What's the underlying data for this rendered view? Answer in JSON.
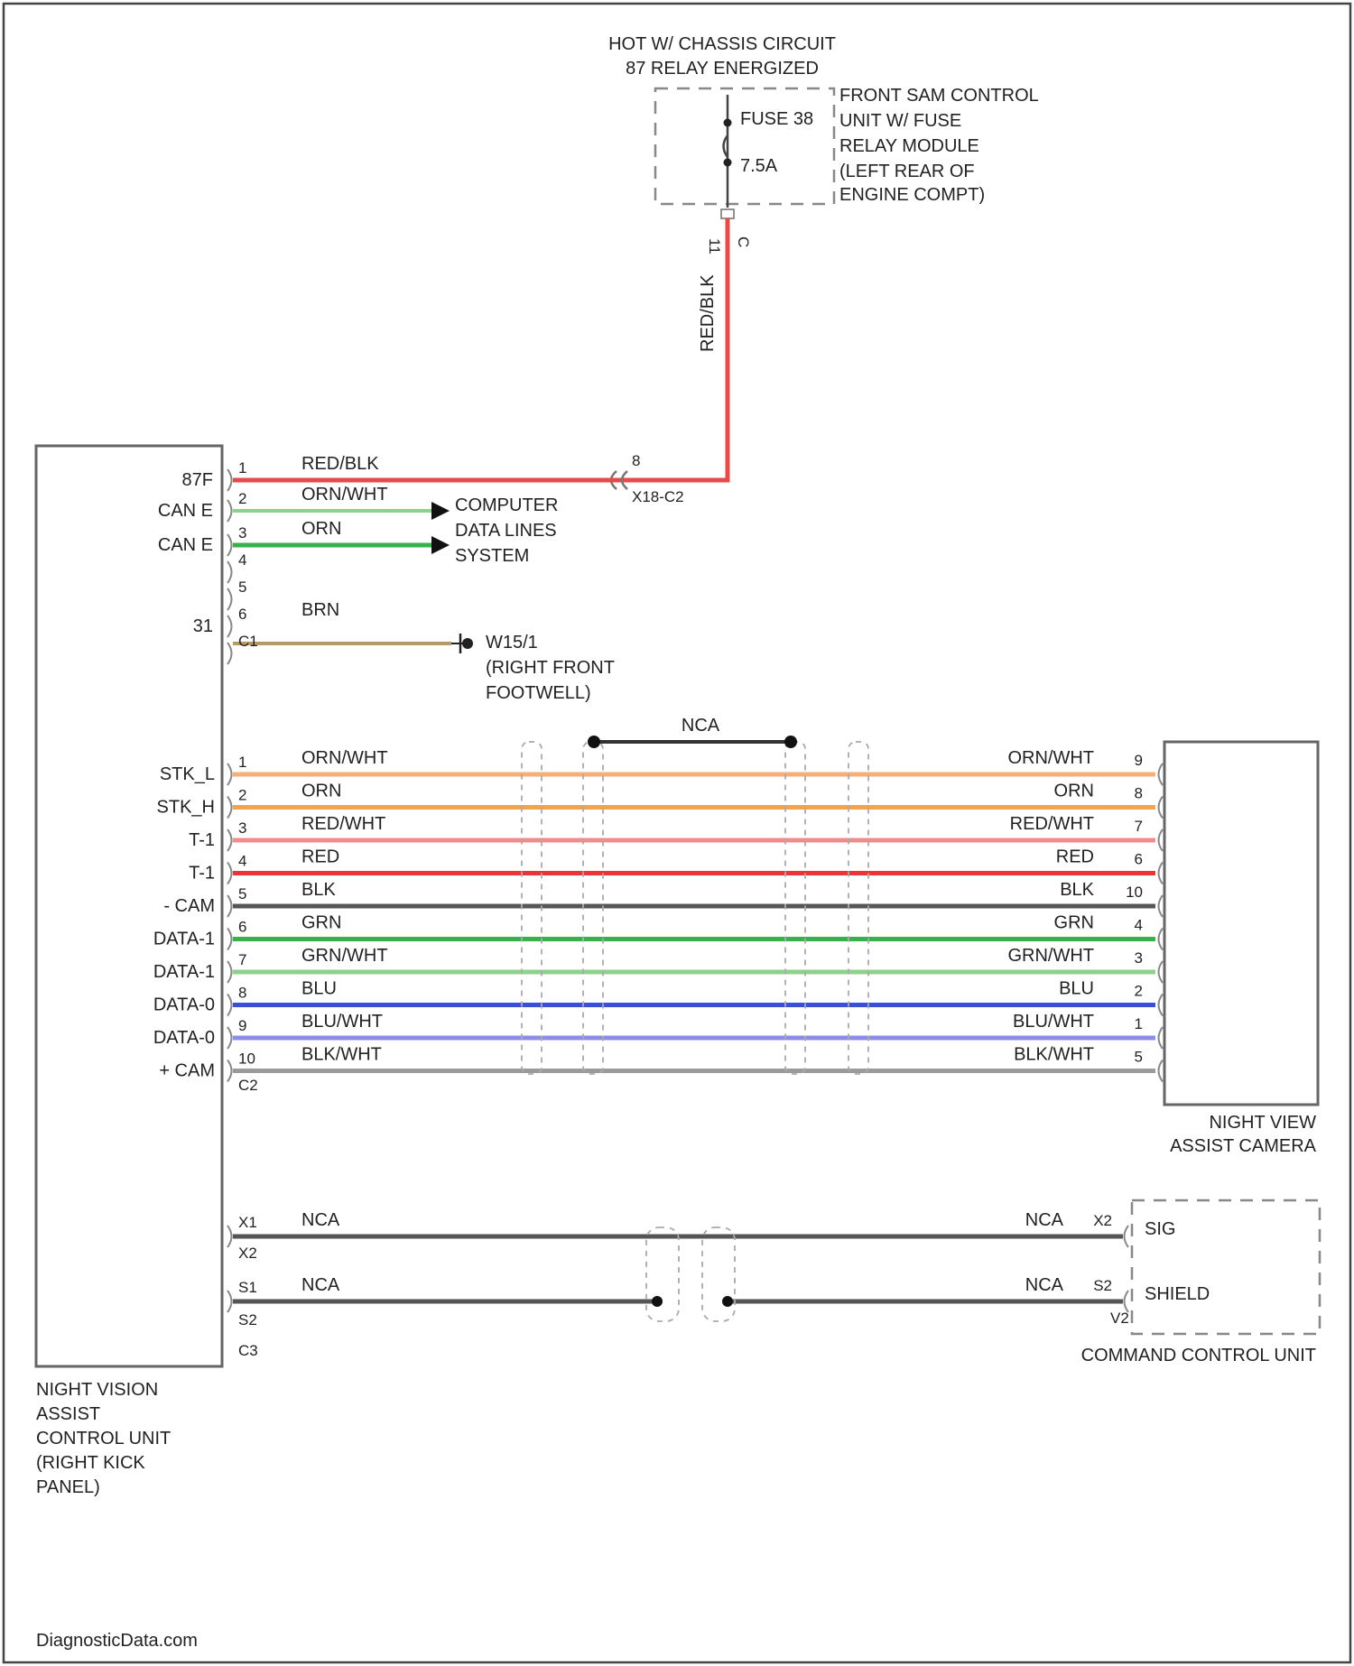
{
  "power": {
    "title_line1": "HOT W/ CHASSIS CIRCUIT",
    "title_line2": "87 RELAY ENERGIZED",
    "fuse_label": "FUSE 38",
    "fuse_rating": "7.5A",
    "fuse_location": [
      "FRONT SAM CONTROL",
      "UNIT W/ FUSE",
      "RELAY MODULE",
      "(LEFT REAR OF",
      "ENGINE COMPT)"
    ],
    "fuse_out_pin": "11",
    "fuse_out_conn": "C",
    "feed_wire_color": "RED/BLK"
  },
  "control_unit": {
    "name_lines": [
      "NIGHT VISION",
      "ASSIST",
      "CONTROL UNIT",
      "(RIGHT KICK",
      "PANEL)"
    ],
    "connector1": [
      {
        "pin": "1",
        "function": "87F",
        "wire": "RED/BLK"
      },
      {
        "pin": "2",
        "function": "CAN E",
        "wire": "ORN/WHT"
      },
      {
        "pin": "3",
        "function": "CAN E",
        "wire": "ORN"
      },
      {
        "pin": "4",
        "function": "",
        "wire": ""
      },
      {
        "pin": "5",
        "function": "",
        "wire": ""
      },
      {
        "pin": "6",
        "function": "31",
        "wire": "BRN"
      },
      {
        "pin": "C1",
        "function": "",
        "wire": ""
      }
    ],
    "inline_pin": "8",
    "inline_conn": "X18-C2",
    "can_dest": [
      "COMPUTER",
      "DATA LINES",
      "SYSTEM"
    ],
    "ground": [
      "W15/1",
      "(RIGHT FRONT",
      "FOOTWELL)"
    ]
  },
  "camera_harness": {
    "shield_label": "NCA",
    "wires": [
      {
        "pin": "1",
        "function": "STK_L",
        "wire": "ORN/WHT",
        "cam_wire": "ORN/WHT",
        "cam_pin": "9",
        "color": "#f5b07a"
      },
      {
        "pin": "2",
        "function": "STK_H",
        "wire": "ORN",
        "cam_wire": "ORN",
        "cam_pin": "8",
        "color": "#f4a24b"
      },
      {
        "pin": "3",
        "function": "T-1",
        "wire": "RED/WHT",
        "cam_wire": "RED/WHT",
        "cam_pin": "7",
        "color": "#ef8d8d"
      },
      {
        "pin": "4",
        "function": "T-1",
        "wire": "RED",
        "cam_wire": "RED",
        "cam_pin": "6",
        "color": "#e8353c"
      },
      {
        "pin": "5",
        "function": "- CAM",
        "wire": "BLK",
        "cam_wire": "BLK",
        "cam_pin": "10",
        "color": "#555555"
      },
      {
        "pin": "6",
        "function": "DATA-1",
        "wire": "GRN",
        "cam_wire": "GRN",
        "cam_pin": "4",
        "color": "#37b24a"
      },
      {
        "pin": "7",
        "function": "DATA-1",
        "wire": "GRN/WHT",
        "cam_wire": "GRN/WHT",
        "cam_pin": "3",
        "color": "#8ed08e"
      },
      {
        "pin": "8",
        "function": "DATA-0",
        "wire": "BLU",
        "cam_wire": "BLU",
        "cam_pin": "2",
        "color": "#3a4fd8"
      },
      {
        "pin": "9",
        "function": "DATA-0",
        "wire": "BLU/WHT",
        "cam_wire": "BLU/WHT",
        "cam_pin": "1",
        "color": "#8b8de6"
      },
      {
        "pin": "10",
        "function": "+ CAM",
        "wire": "BLK/WHT",
        "cam_wire": "BLK/WHT",
        "cam_pin": "5",
        "color": "#9a9a9a"
      }
    ],
    "end_pin": "C2",
    "camera_name": [
      "NIGHT VIEW",
      "ASSIST CAMERA"
    ]
  },
  "command_harness": {
    "wires": [
      {
        "pin": "X1",
        "wire": "NCA",
        "dest_wire": "NCA",
        "dest_pin": "X2",
        "signal": "SIG"
      },
      {
        "pin": "S1",
        "wire": "NCA",
        "dest_wire": "NCA",
        "dest_pin": "S2",
        "signal": "SHIELD"
      }
    ],
    "extra_pins": [
      "X2",
      "S2",
      "C3"
    ],
    "dest_conn": "V2",
    "dest_name": "COMMAND CONTROL UNIT"
  },
  "footer": {
    "watermark": "DiagnosticData.com"
  }
}
